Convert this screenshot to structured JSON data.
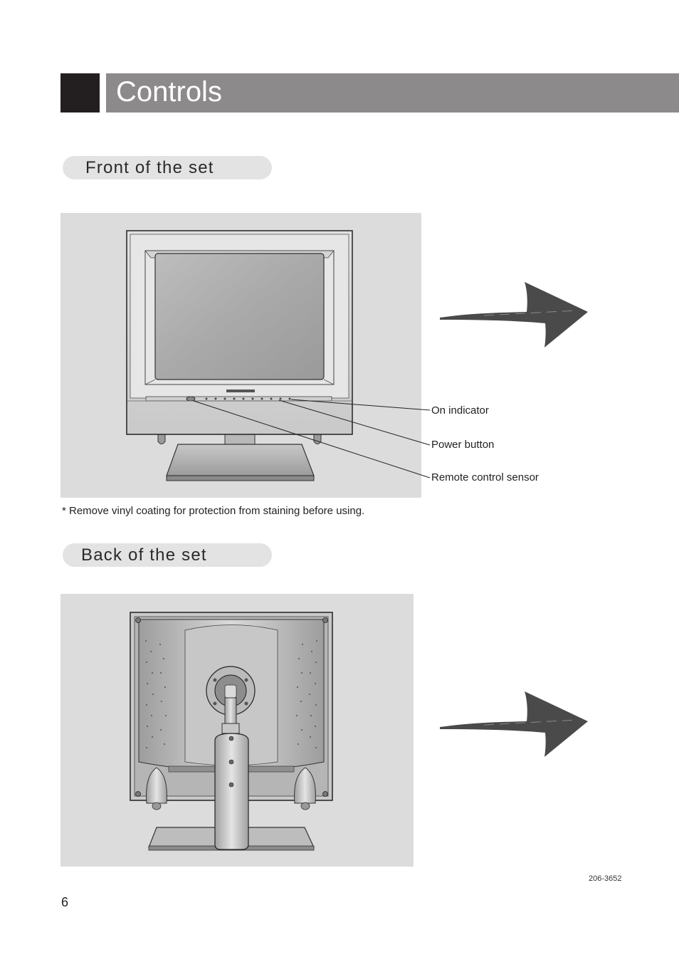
{
  "page": {
    "title": "Controls",
    "page_number": "6",
    "doc_code": "206-3652"
  },
  "front": {
    "heading": "Front of the set",
    "callouts": [
      "On indicator",
      "Power button",
      "Remote control sensor"
    ],
    "note": "* Remove vinyl coating for protection from staining before using."
  },
  "back": {
    "heading": "Back of the set"
  },
  "colors": {
    "title_bar": "#8c8a8b",
    "title_block": "#231f20",
    "panel": "#dcdcdc",
    "pill": "#e3e3e3",
    "arrow": "#4a4a4a"
  },
  "icons": [
    "front-tv-illustration",
    "back-tv-illustration",
    "arrow-icon"
  ]
}
